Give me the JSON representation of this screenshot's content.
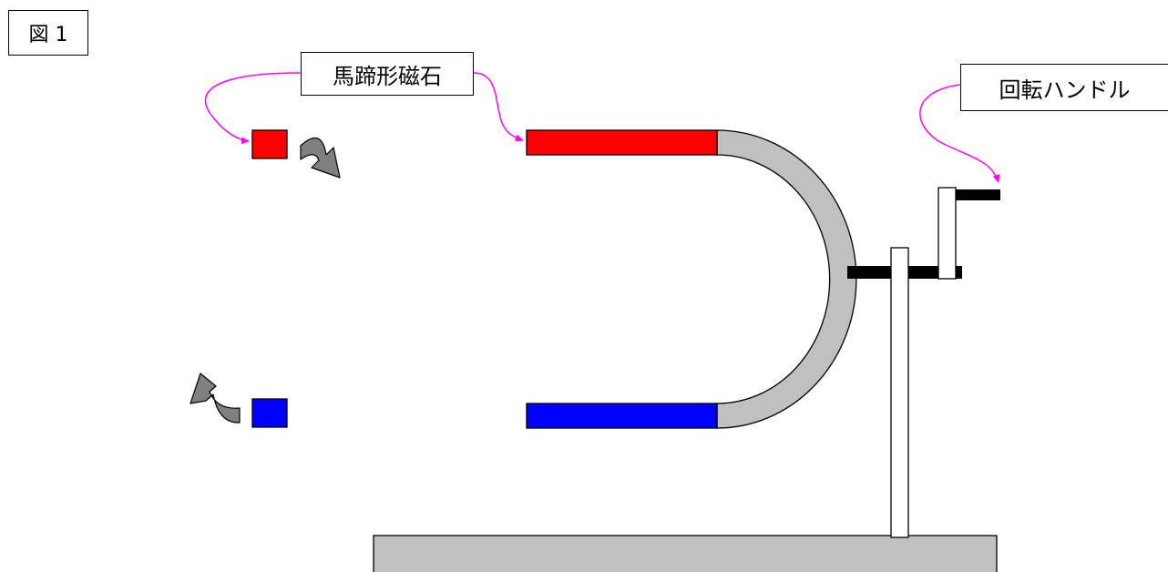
{
  "figure": {
    "label": "図 1",
    "magnet_label": "馬蹄形磁石",
    "handle_label": "回転ハンドル"
  },
  "colors": {
    "north_pole": "#ff0000",
    "south_pole": "#0000ff",
    "magnet_bend": "#c0c0c0",
    "rotation_arrow": "#808080",
    "pointer_line": "#ff00ff",
    "base": "#c0c0c0",
    "shaft": "#000000"
  }
}
